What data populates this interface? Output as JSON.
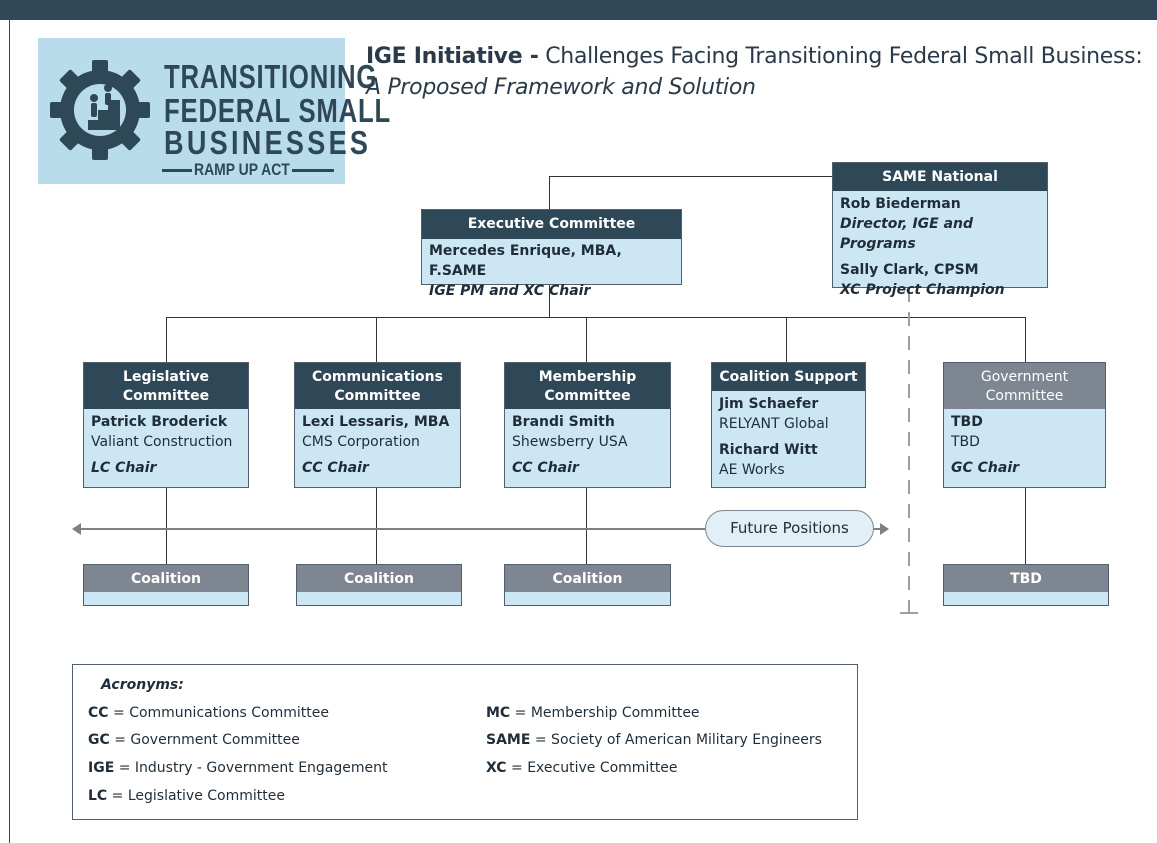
{
  "logo": {
    "line1": "TRANSITIONING",
    "line2": "FEDERAL SMALL",
    "line3": "BUSINESSES",
    "tagline": "RAMP UP ACT"
  },
  "header": {
    "title_bold": "IGE Initiative -",
    "title_rest": " Challenges Facing Transitioning Federal Small Business:",
    "subtitle": "A Proposed Framework and Solution"
  },
  "same_national": {
    "title": "SAME National",
    "name1": "Rob Biederman",
    "role1": "Director, IGE and Programs",
    "name2": "Sally Clark, CPSM",
    "role2": "XC Project Champion"
  },
  "executive": {
    "title": "Executive Committee",
    "name": "Mercedes Enrique, MBA, F.SAME",
    "role": "IGE PM and XC Chair"
  },
  "committees": [
    {
      "title": "Legislative Committee",
      "name": "Patrick Broderick",
      "org": "Valiant Construction",
      "role": "LC Chair"
    },
    {
      "title": "Communications Committee",
      "name": "Lexi Lessaris, MBA",
      "org": "CMS Corporation",
      "role": "CC Chair"
    },
    {
      "title": "Membership Committee",
      "name": "Brandi Smith",
      "org": "Shewsberry USA",
      "role": "CC Chair"
    }
  ],
  "coalition_support": {
    "title": "Coalition Support",
    "name1": "Jim Schaefer",
    "org1": "RELYANT Global",
    "name2": "Richard Witt",
    "org2": "AE Works"
  },
  "government": {
    "title": "Government Committee",
    "name": "TBD",
    "org": "TBD",
    "role": "GC Chair"
  },
  "subboxes": [
    "Coalition",
    "Coalition",
    "Coalition",
    "TBD"
  ],
  "future_positions": "Future Positions",
  "acronyms": {
    "heading": "Acronyms:",
    "items": [
      {
        "abbr": "CC",
        "def": " = Communications Committee"
      },
      {
        "abbr": "GC",
        "def": " = Government Committee"
      },
      {
        "abbr": "IGE",
        "def": " = Industry - Government Engagement"
      },
      {
        "abbr": "LC",
        "def": " = Legislative Committee"
      },
      {
        "abbr": "MC",
        "def": " = Membership Committee"
      },
      {
        "abbr": "SAME",
        "def": " = Society of American Military Engineers"
      },
      {
        "abbr": "XC",
        "def": " = Executive Committee"
      }
    ]
  }
}
